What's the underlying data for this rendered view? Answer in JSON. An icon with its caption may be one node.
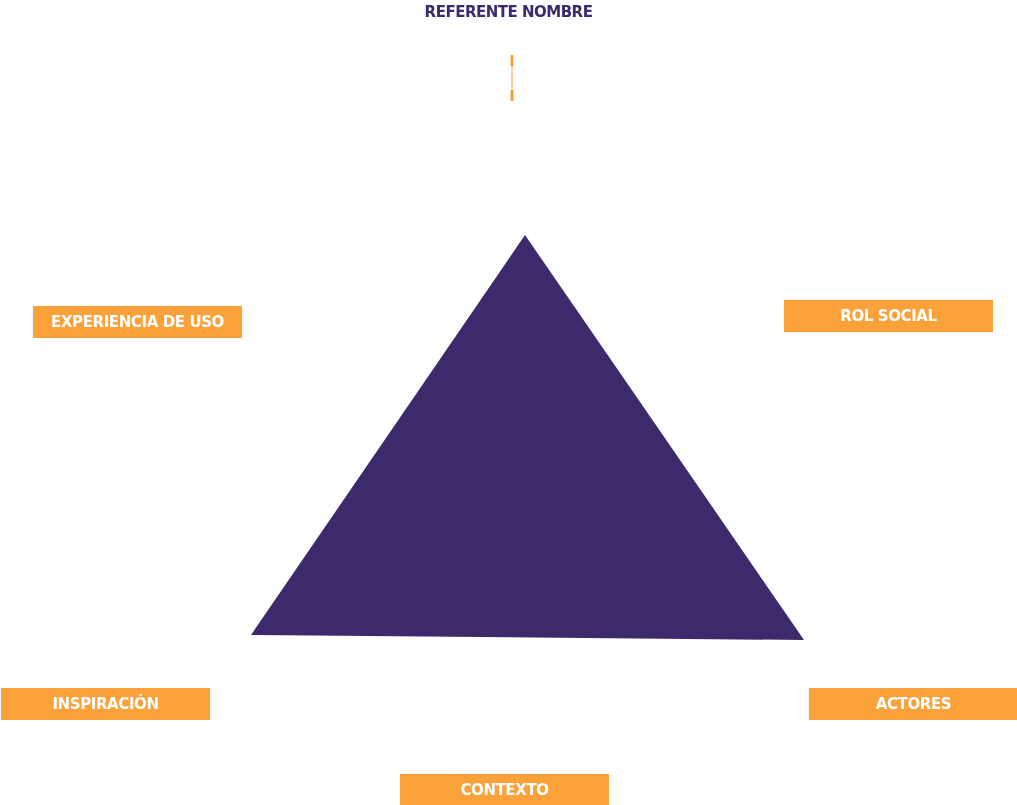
{
  "diagram": {
    "title": "REFERENTE NOMBRE",
    "nodes": [
      {
        "text": [],
        "shape": "triangle"
      },
      {
        "text": [
          "EXPERIENCIA DE USO"
        ]
      },
      {
        "text": [
          "ROL SOCIAL"
        ]
      },
      {
        "text": [
          "INSPIRACIÓN"
        ]
      },
      {
        "text": [
          "ACTORES"
        ]
      },
      {
        "text": [
          "CONTEXTO"
        ]
      }
    ]
  }
}
